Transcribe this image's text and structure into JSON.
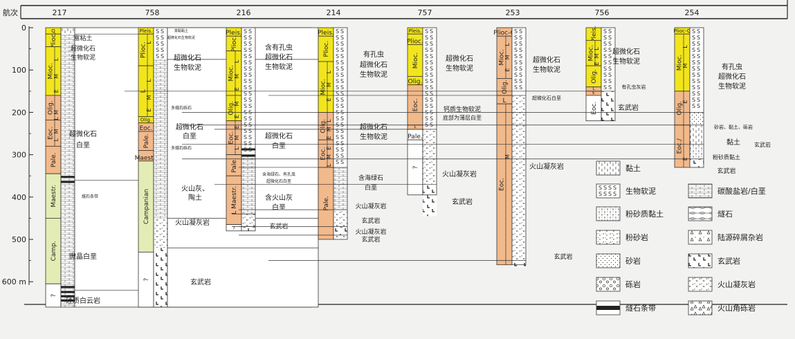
{
  "header": {
    "label": "航次"
  },
  "depth_axis": {
    "ticks": [
      "0",
      "100",
      "200",
      "300",
      "400",
      "500",
      "600 m"
    ]
  },
  "legend": {
    "items": [
      {
        "key": "clay",
        "label": "黏土"
      },
      {
        "key": "bio_ooze",
        "label": "生物软泥"
      },
      {
        "key": "silty_clay",
        "label": "粉砂质黏土"
      },
      {
        "key": "siltstone",
        "label": "粉砂岩"
      },
      {
        "key": "sandstone",
        "label": "砂岩"
      },
      {
        "key": "conglomerate",
        "label": "砾岩"
      },
      {
        "key": "chert_band",
        "label": "燧石条带"
      },
      {
        "key": "carbonate",
        "label": "碳酸盐岩/白垩"
      },
      {
        "key": "chert",
        "label": "燧石"
      },
      {
        "key": "terrigenous",
        "label": "陆源碎屑杂岩"
      },
      {
        "key": "basalt",
        "label": "玄武岩"
      },
      {
        "key": "tuff",
        "label": "火山凝灰岩"
      },
      {
        "key": "volc_breccia",
        "label": "火山角砾岩"
      }
    ]
  },
  "colors": {
    "yellow": "#f2e51c",
    "peach": "#f2b98a",
    "green": "#e3ecb4",
    "chert": "#222222"
  },
  "columns": [
    {
      "site": "217",
      "age_labels": [
        "Q",
        "Plioc.",
        "Mioc.",
        "M",
        "L",
        "E",
        "Olig.",
        "M",
        "L",
        "Eoc.",
        "M",
        "L",
        "Pale.",
        "Maestr.",
        "Camp.",
        "?"
      ],
      "lith_texts": [
        "富粘土",
        "超微化石",
        "生物软泥",
        "超微化石",
        "白垩",
        "燧石条带",
        "微晶白垩",
        "硅质白云岩"
      ]
    },
    {
      "site": "758",
      "age_labels": [
        "Pleis.",
        "L",
        "Plioc.",
        "L",
        "M",
        "E",
        "Olig.",
        "Eoc.",
        "Pale.",
        "Maestr.",
        "Campanian",
        "?"
      ],
      "lith_texts": [
        "富黏黏土",
        "超微化石生物软泥",
        "超微化石",
        "生物软泥",
        "多燧石砾石",
        "超微化石",
        "白垩",
        "多燧石砾石",
        "火山灰、",
        "陶土",
        "火山凝灰岩",
        "玄武岩"
      ]
    },
    {
      "site": "216",
      "age_labels": [
        "Pleis.",
        "Plioc.",
        "L",
        "M",
        "E",
        "Mioc.",
        "Olig.",
        "M",
        "E",
        "Eoc.",
        "E",
        "M",
        "L",
        "Pale.",
        "L Maestr.",
        "?"
      ],
      "lith_texts": [
        "含有孔虫",
        "超微化石",
        "生物软泥",
        "超微化石",
        "白垩",
        "含海绿石、有孔虫",
        "超微化石白垩",
        "含火山灰",
        "白垩",
        "玄武岩"
      ]
    },
    {
      "site": "214",
      "age_labels": [
        "Pleis.",
        "Plioc.",
        "L",
        "M",
        "E",
        "Mioc.",
        "Olig.",
        "L",
        "M",
        "E",
        "Eoc.",
        "E",
        "M",
        "L",
        "Pale."
      ],
      "lith_texts": [
        "有孔虫",
        "超微化石",
        "生物软泥",
        "超微化石",
        "生物软泥",
        "含海绿石",
        "白垩",
        "火山凝灰岩",
        "玄武岩",
        "火山凝灰岩",
        "玄武岩"
      ]
    },
    {
      "site": "757",
      "age_labels": [
        "Pleis.",
        "Plioc.",
        "Mioc.",
        "Olig.",
        "Eoc.",
        "L",
        "Pale.",
        "?"
      ],
      "lith_texts": [
        "超微化石",
        "生物软泥",
        "钙质生物软泥",
        "底部为薄层白垩",
        "火山凝灰岩",
        "玄武岩"
      ]
    },
    {
      "site": "253",
      "age_labels": [
        "Plioc-Q",
        "L",
        "M",
        "E",
        "Mioc.",
        "Olig.",
        "L",
        "Eoc.",
        "M"
      ],
      "lith_texts": [
        "超微化石",
        "生物软泥",
        "超微化石白垩",
        "火山凝灰岩",
        "玄武岩"
      ]
    },
    {
      "site": "756",
      "age_labels": [
        "Pleis.",
        "L",
        "M",
        "E",
        "Mioc.",
        "Olig.",
        "L",
        "E",
        "Eoc."
      ],
      "lith_texts": [
        "超微化石",
        "生物软泥",
        "有孔虫灰岩",
        "玄武岩"
      ]
    },
    {
      "site": "254",
      "age_labels": [
        "Plioc-Q",
        "L",
        "M",
        "Mioc.",
        "E",
        "Olig.",
        "Eoc./",
        "E"
      ],
      "lith_texts": [
        "有孔虫",
        "超微化石",
        "生物软泥",
        "砂岩、黏土、砾岩",
        "黏土",
        "粉砂质黏土",
        "玄武岩",
        "玄武岩"
      ]
    }
  ]
}
